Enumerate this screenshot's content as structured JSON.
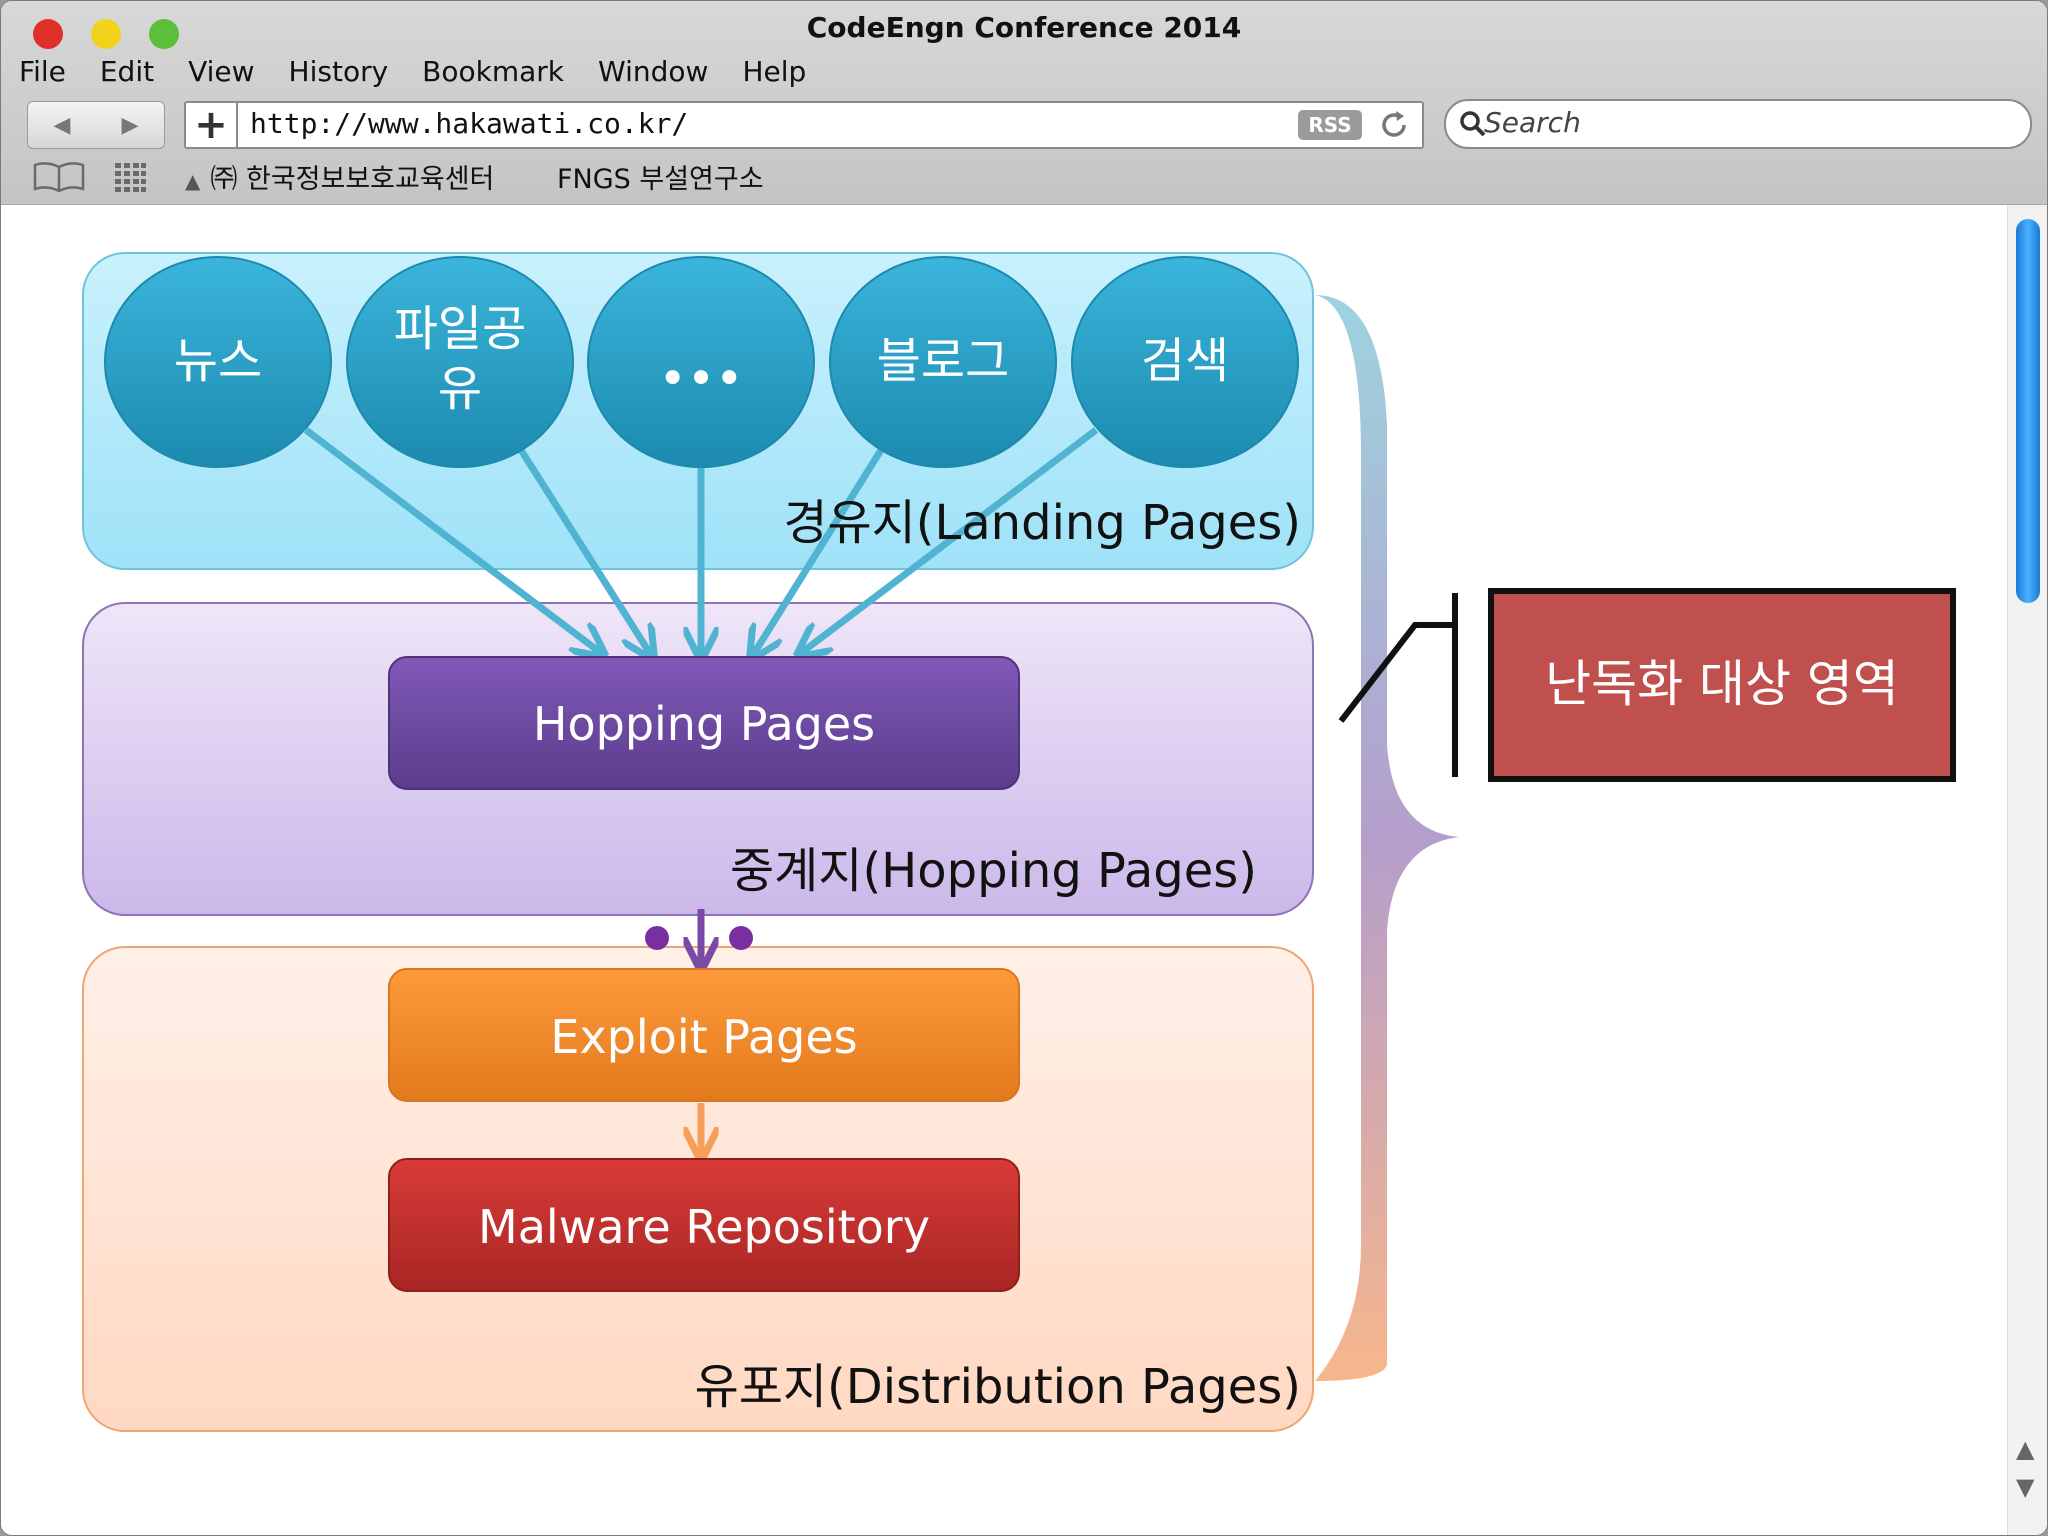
{
  "window": {
    "title": "CodeEngn Conference 2014"
  },
  "menu": {
    "items": [
      "File",
      "Edit",
      "View",
      "History",
      "Bookmark",
      "Window",
      "Help"
    ]
  },
  "toolbar": {
    "back_glyph": "◀",
    "forward_glyph": "▶",
    "plus_glyph": "+",
    "url": "http://www.hakawati.co.kr/",
    "rss_label": "RSS",
    "search_placeholder": "Search"
  },
  "bookmarks": {
    "items": [
      "㈜ 한국정보보호교육센터",
      "FNGS 부설연구소"
    ]
  },
  "diagram": {
    "landing_nodes": [
      "뉴스",
      "파일공",
      "유",
      "•••",
      "블로그",
      "검색"
    ],
    "landing_label": "경유지(Landing Pages)",
    "hopping_box": "Hopping Pages",
    "hopping_label": "중계지(Hopping Pages)",
    "exploit_box": "Exploit Pages",
    "malware_box": "Malware Repository",
    "distribution_label": "유포지(Distribution Pages)",
    "callout": "난독화 대상 영역"
  },
  "colors": {
    "landing_fill": "#aee7fb",
    "hopping_fill": "#e3d8f5",
    "distribution_fill": "#ffe3d4",
    "node_fill": "#2a9fc4",
    "hopping_box_fill": "#6b4a9e",
    "exploit_box_fill": "#f08a2c",
    "malware_box_fill": "#c2302e",
    "callout_fill": "#c0504d"
  }
}
